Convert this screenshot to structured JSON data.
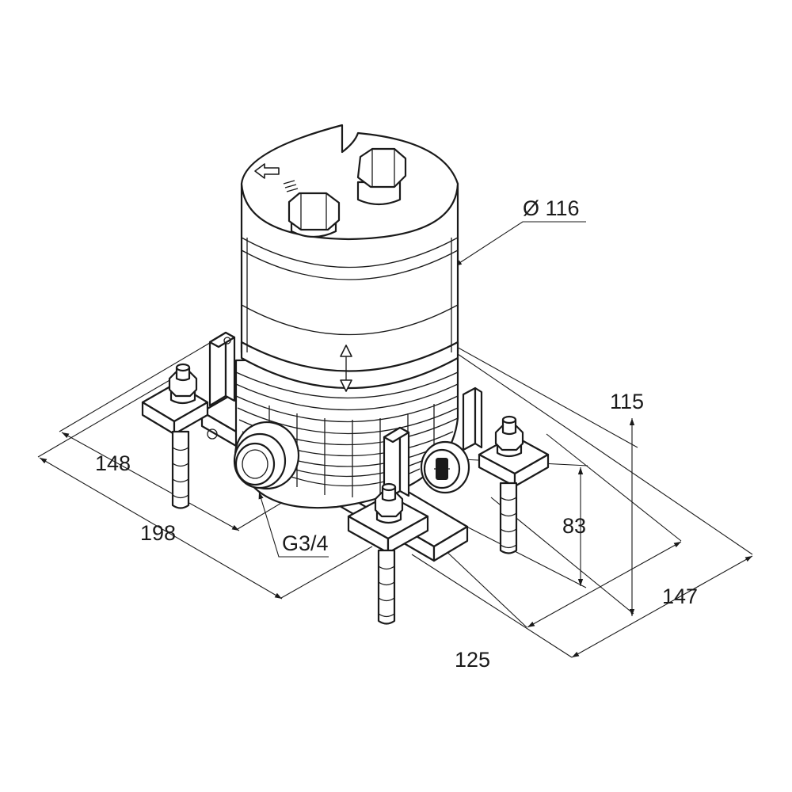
{
  "drawing": {
    "labels": {
      "diameter": "Ø 116",
      "height_total": "115",
      "height_inlet": "83",
      "width_front": "148",
      "width_overall": "198",
      "depth_front": "125",
      "depth_overall": "147",
      "thread": "G3/4"
    }
  }
}
